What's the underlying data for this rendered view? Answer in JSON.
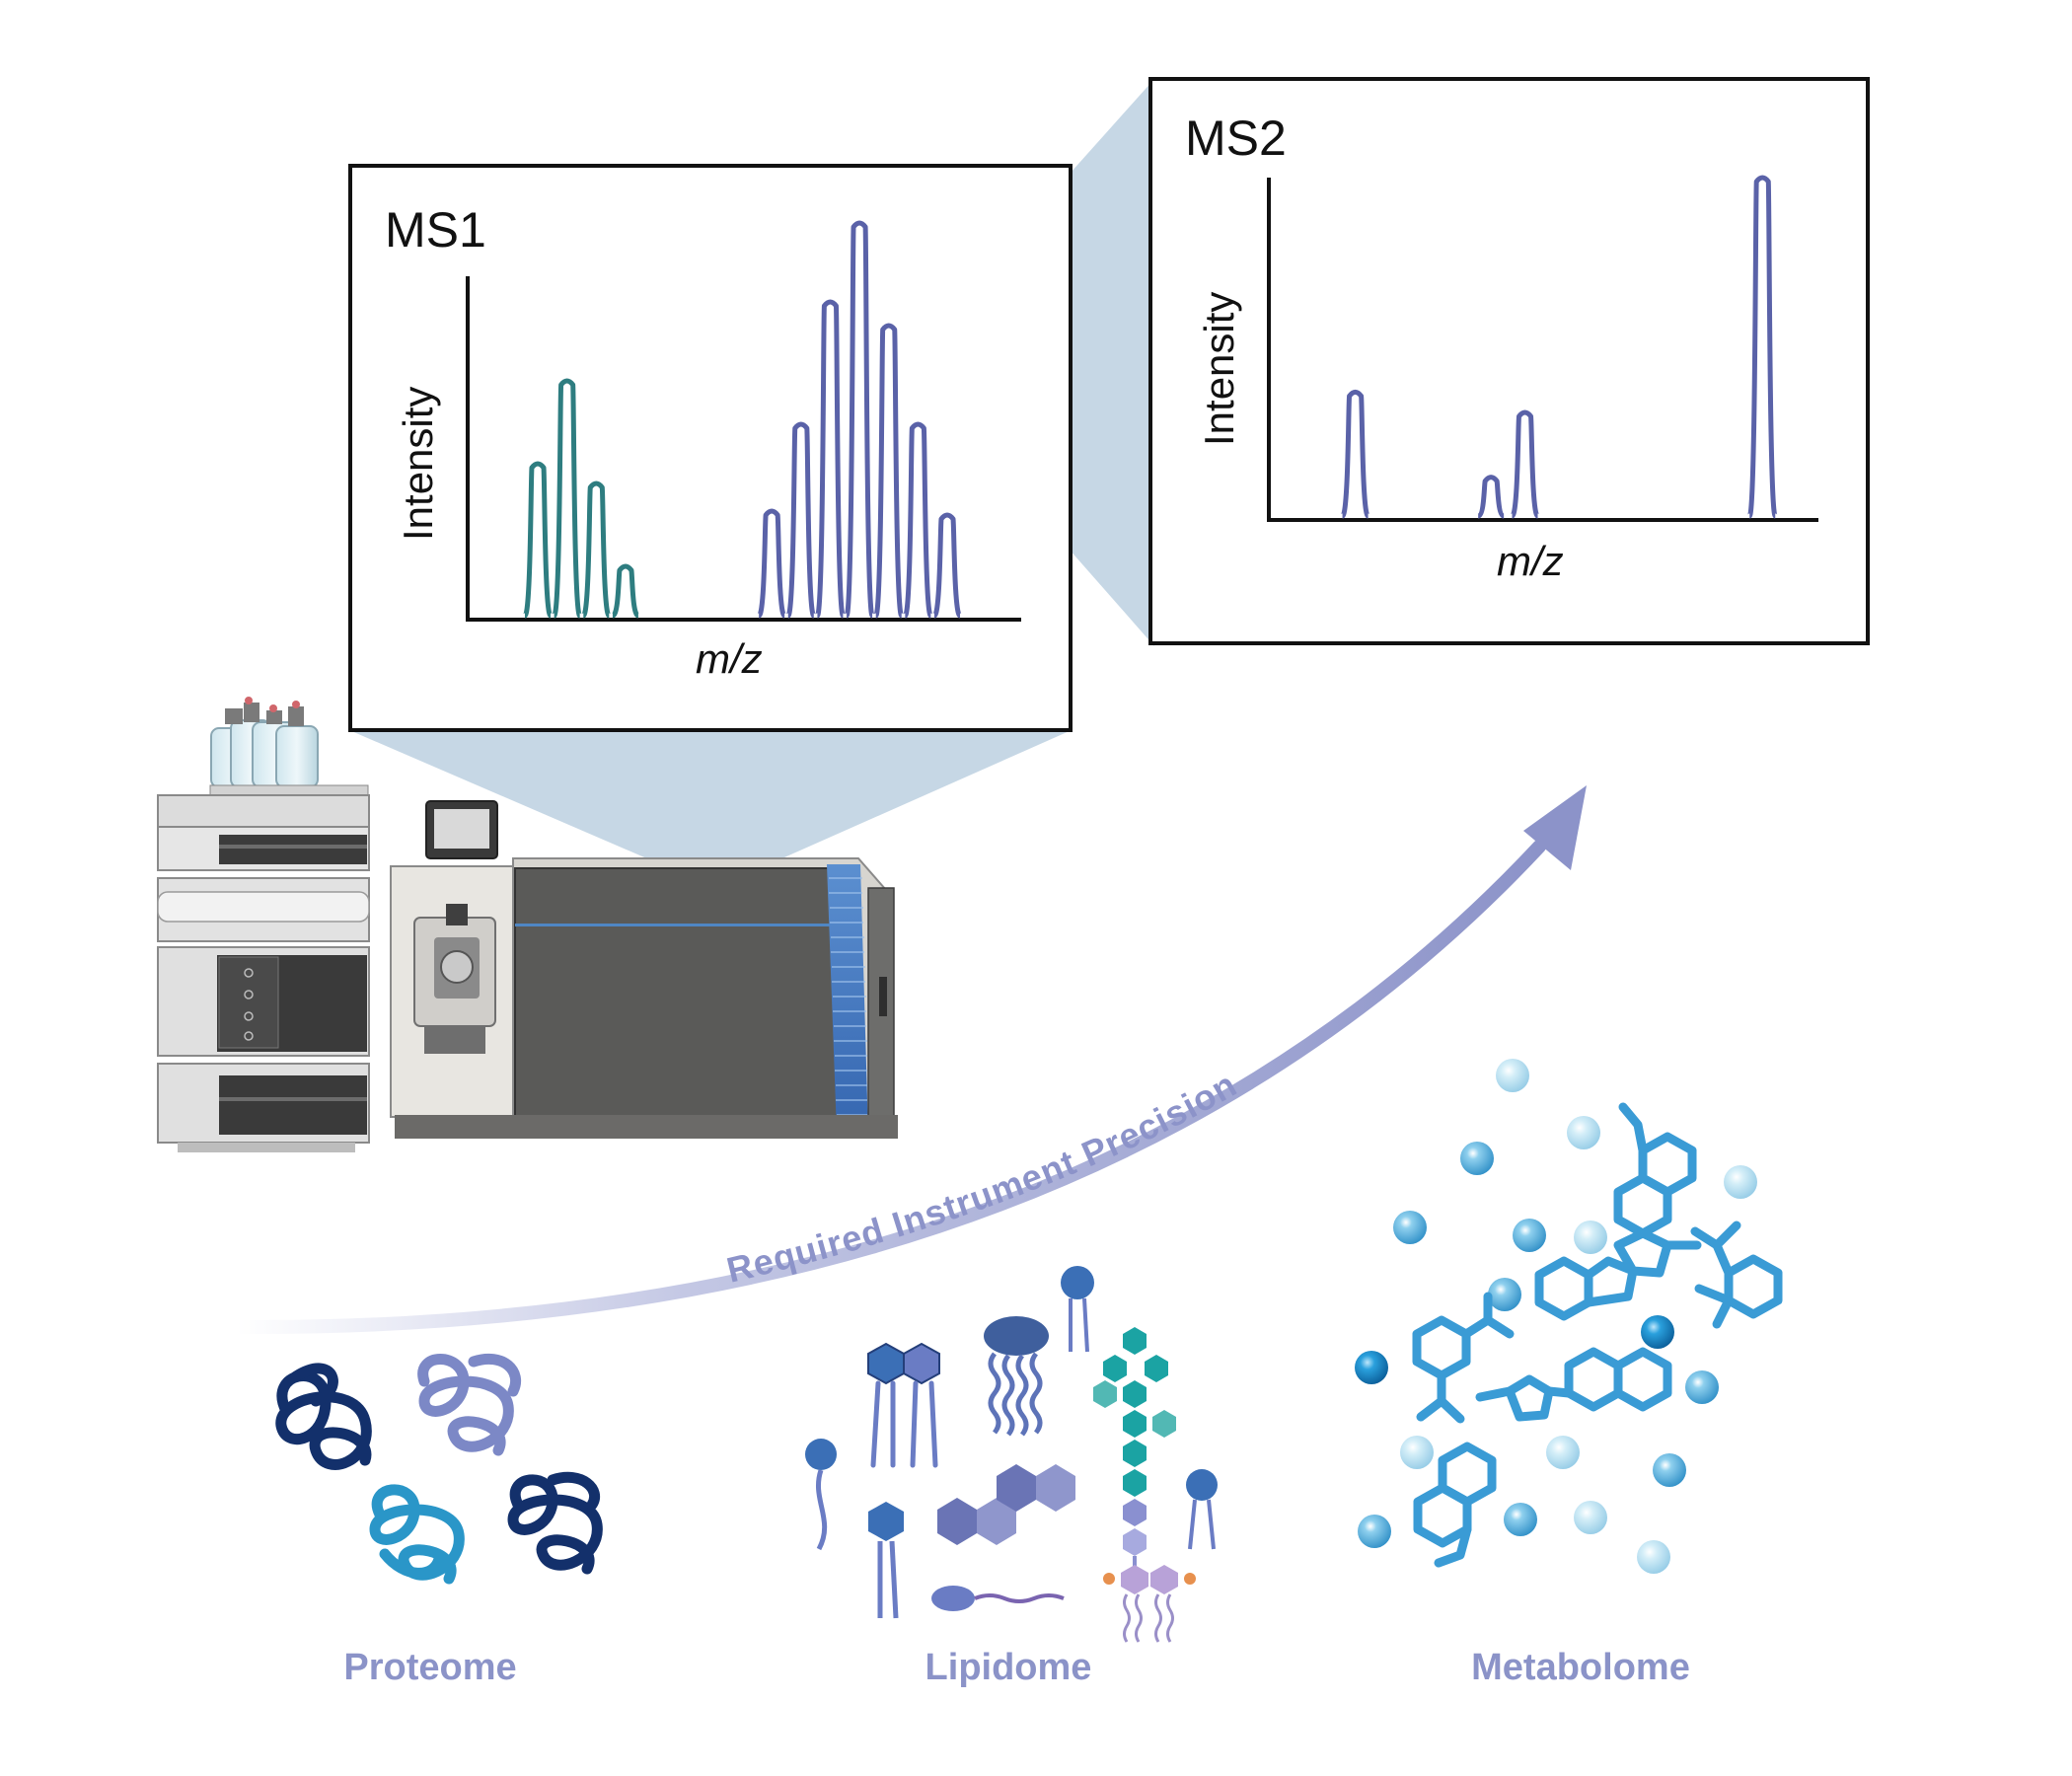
{
  "ms1": {
    "title": "MS1",
    "ylabel": "Intensity",
    "xlabel": "m/z"
  },
  "ms2": {
    "title": "MS2",
    "ylabel": "Intensity",
    "xlabel": "m/z"
  },
  "arrow": {
    "label": "Required Instrument Precision"
  },
  "categories": {
    "proteome": "Proteome",
    "lipidome": "Lipidome",
    "metabolome": "Metabolome"
  },
  "colors": {
    "teal_peaks": "#2e7d80",
    "blue_peaks": "#5a62a8",
    "zoom_fill": "#bcd0e0",
    "label_purple": "#8b93c8",
    "arrow": "#8c93c9",
    "proteome_dark": "#13306b",
    "proteome_light": "#7c88c6",
    "proteome_cyan": "#2a96c8",
    "lipid_blue": "#3b6fb6",
    "lipid_teal": "#1ba3a3",
    "metabolite_blue": "#3a9bd5"
  },
  "chart_data": [
    {
      "type": "line",
      "title": "MS1",
      "xlabel": "m/z",
      "ylabel": "Intensity",
      "series": [
        {
          "peaks_x": [
            1,
            2,
            3,
            4
          ],
          "values": [
            0.39,
            0.6,
            0.34,
            0.13
          ]
        },
        {
          "peaks_x": [
            9,
            10,
            11,
            12,
            13,
            14,
            15
          ],
          "values": [
            0.27,
            0.49,
            0.8,
            1.0,
            0.74,
            0.49,
            0.26
          ]
        }
      ]
    },
    {
      "type": "line",
      "title": "MS2",
      "xlabel": "m/z",
      "ylabel": "Intensity",
      "series": [
        {
          "peaks_x": [
            2,
            6,
            7,
            14
          ],
          "values": [
            0.37,
            0.12,
            0.31,
            1.0
          ]
        }
      ]
    }
  ]
}
